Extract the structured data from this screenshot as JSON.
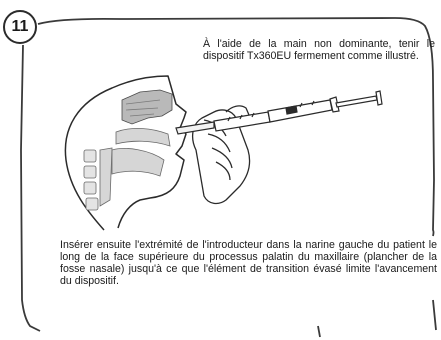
{
  "step": {
    "number": "11"
  },
  "instructions": {
    "top": "À l'aide de la main non dominante, tenir le dispositif Tx360EU fermement comme illustré.",
    "bottom": "Insérer ensuite l'extrémité de l'introducteur dans la narine gauche du patient le long de la face supérieure du processus palatin du maxillaire (plancher de la fosse nasale) jusqu'à ce que l'élément de transition évasé limite l'avancement du dispositif."
  },
  "colors": {
    "line": "#2b2b2b",
    "nasal_highlight": "#b9b9b9",
    "tissue": "#d6d6d6"
  }
}
